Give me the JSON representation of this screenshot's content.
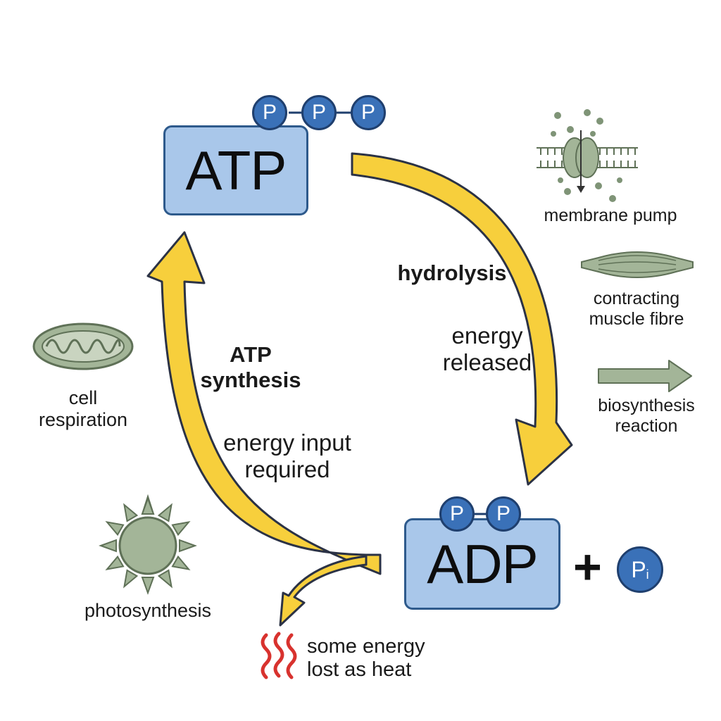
{
  "molecules": {
    "atp": {
      "label": "ATP",
      "phosphates": [
        "P",
        "P",
        "P"
      ]
    },
    "adp": {
      "label": "ADP",
      "phosphates": [
        "P",
        "P"
      ]
    },
    "plus": "+",
    "pi": {
      "main": "P",
      "sub": "i"
    }
  },
  "cycle": {
    "right": {
      "title": "hydrolysis",
      "caption": [
        "energy",
        "released"
      ]
    },
    "left": {
      "title": [
        "ATP",
        "synthesis"
      ],
      "caption": [
        "energy input",
        "required"
      ]
    }
  },
  "side_labels": {
    "membrane_pump": "membrane pump",
    "muscle": [
      "contracting",
      "muscle fibre"
    ],
    "biosynthesis": [
      "biosynthesis",
      "reaction"
    ],
    "respiration": [
      "cell",
      "respiration"
    ],
    "photosynthesis": "photosynthesis",
    "heat": [
      "some energy",
      "lost as heat"
    ]
  },
  "colors": {
    "arrow_fill": "#f7cf3c",
    "arrow_stroke": "#2b3245",
    "box_fill": "#a9c7ea",
    "box_stroke": "#2e5a8c",
    "phosphate": "#3a71b8",
    "icon_green": "#a3b598",
    "icon_dark": "#5f7157",
    "heat_red": "#d8322e"
  },
  "icons": [
    "membrane-pump-icon",
    "muscle-fibre-icon",
    "arrow-right-icon",
    "mitochondrion-icon",
    "sun-icon",
    "heat-wave-icon"
  ]
}
